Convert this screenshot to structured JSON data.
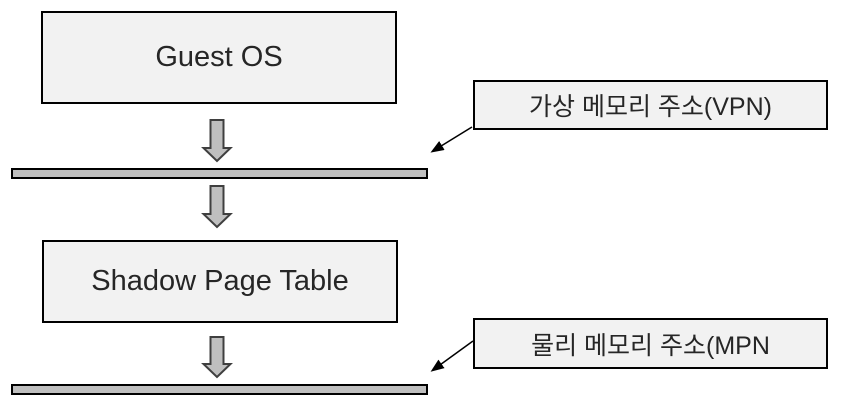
{
  "diagram": {
    "title": "Shadow Page Table address translation diagram",
    "nodes": {
      "guest_os": {
        "label": "Guest OS"
      },
      "shadow_page_table": {
        "label": "Shadow Page Table"
      }
    },
    "callouts": {
      "vpn": {
        "label": "가상 메모리 주소(VPN)"
      },
      "mpn": {
        "label": "물리 메모리 주소(MPN"
      }
    },
    "colors": {
      "background": "#ffffff",
      "box_fill": "#f2f2f2",
      "box_border": "#000000",
      "bar_fill": "#bfbfbf",
      "block_arrow_fill": "#bfbfbf",
      "block_arrow_outline": "#3f3f3f",
      "callout_arrow": "#000000",
      "text": "#262626"
    }
  }
}
